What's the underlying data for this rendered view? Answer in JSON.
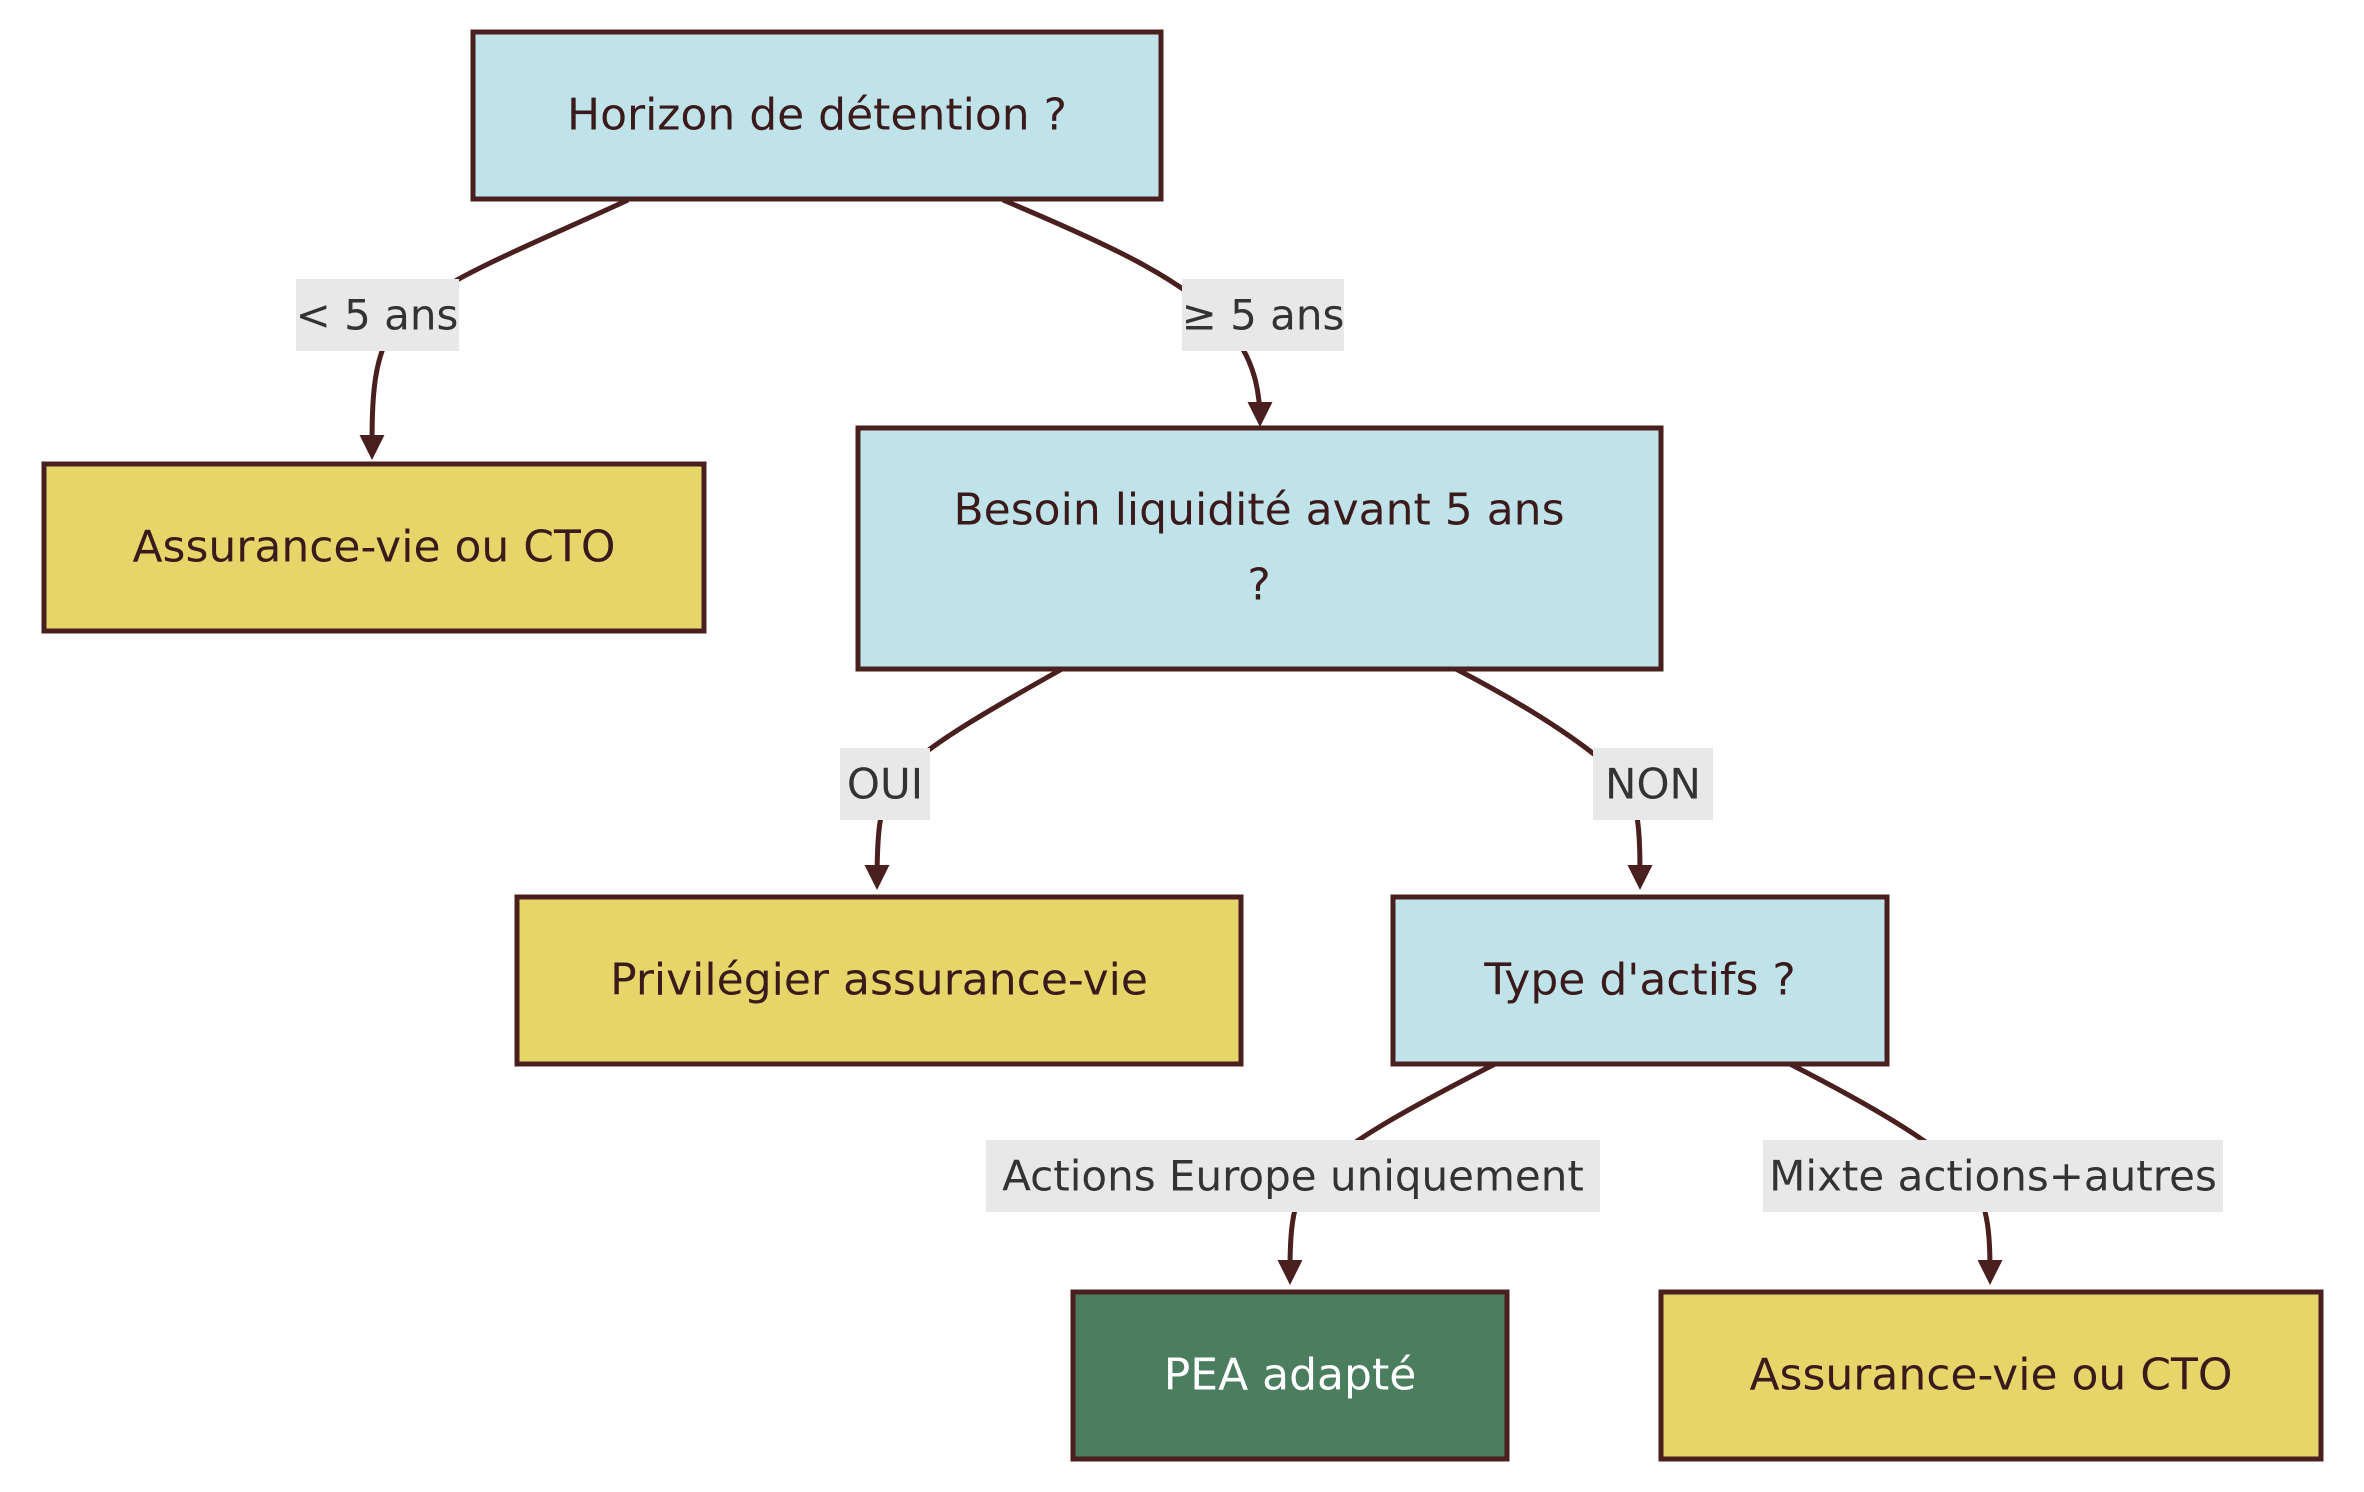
{
  "colors": {
    "decision": "#c0e3ea",
    "recommendation": "#e6d66a",
    "best_choice": "#4b7d5f",
    "border": "#4a1f1f",
    "edge_label_bg": "#e8e8e8"
  },
  "nodes": {
    "horizon": {
      "label": "Horizon de détention ?"
    },
    "short_term": {
      "label": "Assurance-vie ou CTO"
    },
    "liquidity": {
      "line1": "Besoin liquidité avant 5 ans",
      "line2": "?"
    },
    "privilege_av": {
      "label": "Privilégier assurance-vie"
    },
    "asset_type": {
      "label": "Type d'actifs ?"
    },
    "pea": {
      "label": "PEA adapté"
    },
    "mixed": {
      "label": "Assurance-vie ou CTO"
    }
  },
  "edges": {
    "lt5": {
      "label": "< 5 ans"
    },
    "ge5": {
      "label": "≥ 5 ans"
    },
    "oui": {
      "label": "OUI"
    },
    "non": {
      "label": "NON"
    },
    "europe": {
      "label": "Actions Europe uniquement"
    },
    "mixte": {
      "label": "Mixte actions+autres"
    }
  }
}
